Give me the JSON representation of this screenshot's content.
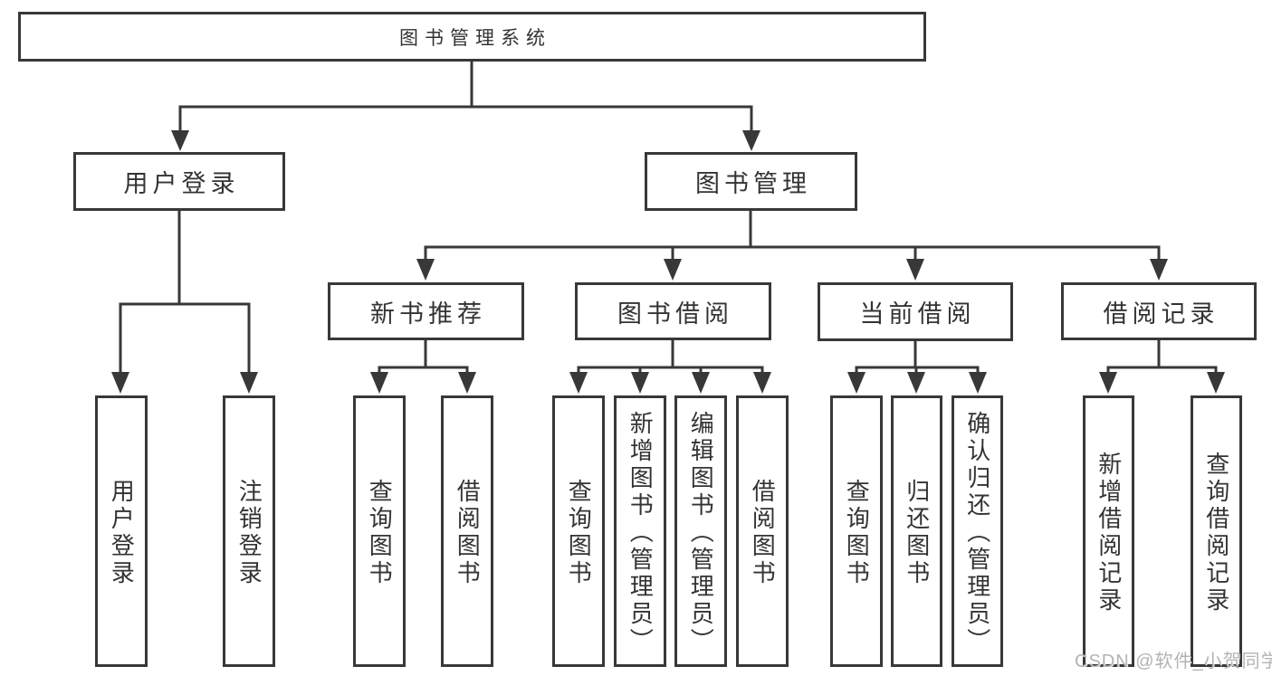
{
  "diagram_title": "图书管理系统",
  "tree": {
    "label": "图书管理系统",
    "children": [
      {
        "label": "用户登录",
        "children": [
          {
            "label": "用户登录"
          },
          {
            "label": "注销登录"
          }
        ]
      },
      {
        "label": "图书管理",
        "children": [
          {
            "label": "新书推荐",
            "children": [
              {
                "label": "查询图书"
              },
              {
                "label": "借阅图书"
              }
            ]
          },
          {
            "label": "图书借阅",
            "children": [
              {
                "label": "查询图书"
              },
              {
                "label": "新增图书（管理员）"
              },
              {
                "label": "编辑图书（管理员）"
              },
              {
                "label": "借阅图书"
              }
            ]
          },
          {
            "label": "当前借阅",
            "children": [
              {
                "label": "查询图书"
              },
              {
                "label": "归还图书"
              },
              {
                "label": "确认归还（管理员）"
              }
            ]
          },
          {
            "label": "借阅记录",
            "children": [
              {
                "label": "新增借阅记录"
              },
              {
                "label": "查询借阅记录"
              }
            ]
          }
        ]
      }
    ]
  },
  "watermark": {
    "text": "CSDN @软件_小贺同学"
  },
  "colors": {
    "line": "#383838",
    "box_border": "#383838",
    "box_fill": "#ffffff",
    "text": "#333333",
    "background": "#ffffff",
    "watermark": "#b3b3b3"
  }
}
